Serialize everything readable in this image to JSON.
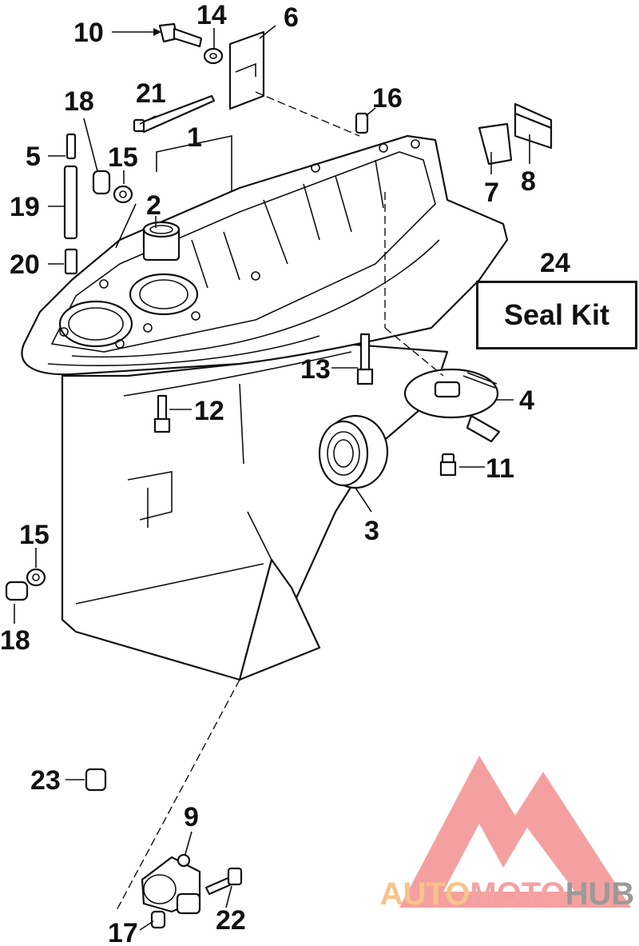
{
  "diagram": {
    "callouts": [
      {
        "id": "1",
        "label": "1"
      },
      {
        "id": "2",
        "label": "2"
      },
      {
        "id": "3",
        "label": "3"
      },
      {
        "id": "4",
        "label": "4"
      },
      {
        "id": "5",
        "label": "5"
      },
      {
        "id": "6",
        "label": "6"
      },
      {
        "id": "7",
        "label": "7"
      },
      {
        "id": "8",
        "label": "8"
      },
      {
        "id": "9",
        "label": "9"
      },
      {
        "id": "10",
        "label": "10"
      },
      {
        "id": "11",
        "label": "11"
      },
      {
        "id": "12",
        "label": "12"
      },
      {
        "id": "13",
        "label": "13"
      },
      {
        "id": "14",
        "label": "14"
      },
      {
        "id": "15a",
        "label": "15"
      },
      {
        "id": "15b",
        "label": "15"
      },
      {
        "id": "16",
        "label": "16"
      },
      {
        "id": "17",
        "label": "17"
      },
      {
        "id": "18a",
        "label": "18"
      },
      {
        "id": "18b",
        "label": "18"
      },
      {
        "id": "19",
        "label": "19"
      },
      {
        "id": "20",
        "label": "20"
      },
      {
        "id": "21",
        "label": "21"
      },
      {
        "id": "22",
        "label": "22"
      },
      {
        "id": "23",
        "label": "23"
      }
    ],
    "seal_kit": {
      "number": "24",
      "label": "Seal Kit"
    }
  },
  "watermark": {
    "part1": "AUTO",
    "part2": "MOTO",
    "part3": "HUB",
    "colors": {
      "auto": "#f6c48a",
      "moto": "#f4a2a2",
      "hub": "#9a9a9a",
      "logo": "#f08080"
    }
  }
}
